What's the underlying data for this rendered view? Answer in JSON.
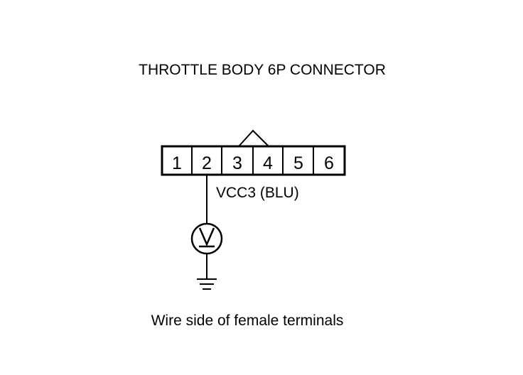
{
  "title": "THROTTLE BODY 6P CONNECTOR",
  "connector": {
    "pins": [
      "1",
      "2",
      "3",
      "4",
      "5",
      "6"
    ]
  },
  "wire_label": "VCC3 (BLU)",
  "meter_symbol": "V",
  "caption": "Wire side of female terminals",
  "colors": {
    "line": "#000000",
    "background": "#ffffff"
  }
}
